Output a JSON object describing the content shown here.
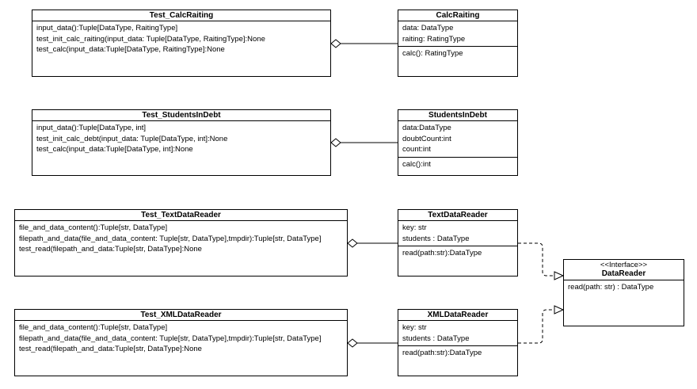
{
  "classes": {
    "test_calc_raiting": {
      "name": "Test_CalcRaiting",
      "methods": [
        "input_data():Tuple[DataType, RaitingType]",
        "test_init_calc_raiting(input_data: Tuple[DataType, RaitingType]:None",
        "test_calc(input_data:Tuple[DataType, RaitingType]:None"
      ]
    },
    "calc_raiting": {
      "name": "CalcRaiting",
      "attributes": [
        "data: DataType",
        "raiting: RatingType"
      ],
      "methods": [
        "calc(): RatingType"
      ]
    },
    "test_students_in_debt": {
      "name": "Test_StudentsInDebt",
      "methods": [
        "input_data():Tuple[DataType, int]",
        "test_init_calc_debt(input_data: Tuple[DataType, int]:None",
        "test_calc(input_data:Tuple[DataType, int]:None"
      ]
    },
    "students_in_debt": {
      "name": "StudentsInDebt",
      "attributes": [
        "data:DataType",
        "doubtCount:int",
        "count:int"
      ],
      "methods": [
        "calc():int"
      ]
    },
    "test_text_data_reader": {
      "name": "Test_TextDataReader",
      "methods": [
        "file_and_data_content():Tuple[str, DataType]",
        "filepath_and_data(file_and_data_content: Tuple[str, DataType],tmpdir):Tuple[str, DataType]",
        "test_read(filepath_and_data:Tuple[str, DataType]:None"
      ]
    },
    "text_data_reader": {
      "name": "TextDataReader",
      "attributes": [
        "key: str",
        "students : DataType"
      ],
      "methods": [
        "read(path:str):DataType"
      ]
    },
    "data_reader": {
      "stereotype": "<<Interface>>",
      "name": "DataReader",
      "methods": [
        "read(path: str) : DataType"
      ]
    },
    "test_xml_data_reader": {
      "name": "Test_XMLDataReader",
      "methods": [
        "file_and_data_content():Tuple[str, DataType]",
        "filepath_and_data(file_and_data_content: Tuple[str, DataType],tmpdir):Tuple[str, DataType]",
        "test_read(filepath_and_data:Tuple[str, DataType]:None"
      ]
    },
    "xml_data_reader": {
      "name": "XMLDataReader",
      "attributes": [
        "key: str",
        "students : DataType"
      ],
      "methods": [
        "read(path:str):DataType"
      ]
    }
  }
}
